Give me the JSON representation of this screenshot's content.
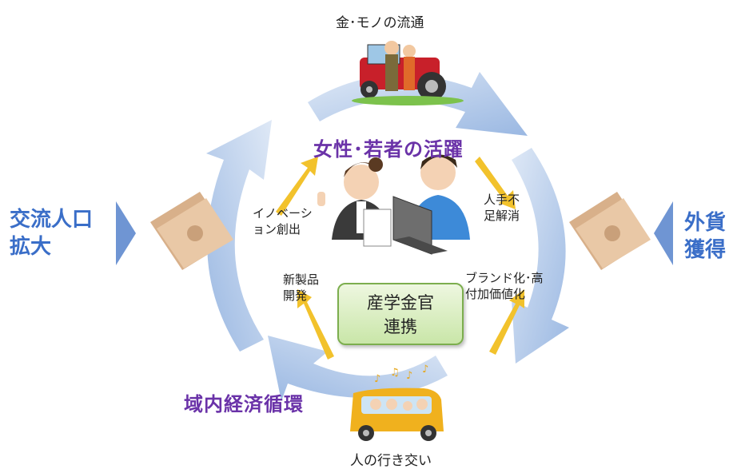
{
  "top_label": "金･モノの流通",
  "bottom_label": "人の行き交い",
  "left_title": [
    "交流人口",
    "拡大"
  ],
  "right_title": [
    "外貨",
    "獲得"
  ],
  "center_title": "女性･若者の活躍",
  "economy_label": "域内経済循環",
  "center_box": [
    "産学金官",
    "連携"
  ],
  "labels": {
    "innovation": [
      "イノベーシ",
      "ョン創出"
    ],
    "labor": [
      "人手不",
      "足解消"
    ],
    "new_product": [
      "新製品",
      "開発"
    ],
    "brand": [
      "ブランド化･高",
      "付加価値化"
    ]
  },
  "colors": {
    "cycle_arrow": "#a9c3e6",
    "side_arrow": "#6f95d3",
    "accent_arrow": "#f2c22c",
    "purple_text": "#6a32a8",
    "blue_text": "#3a6ec8",
    "box_border": "#7cae4e"
  },
  "icons": [
    "tractor-farmers-icon",
    "businesswoman-icon",
    "laptop-man-icon",
    "money-bills-icon",
    "family-car-icon",
    "music-notes-icon"
  ]
}
